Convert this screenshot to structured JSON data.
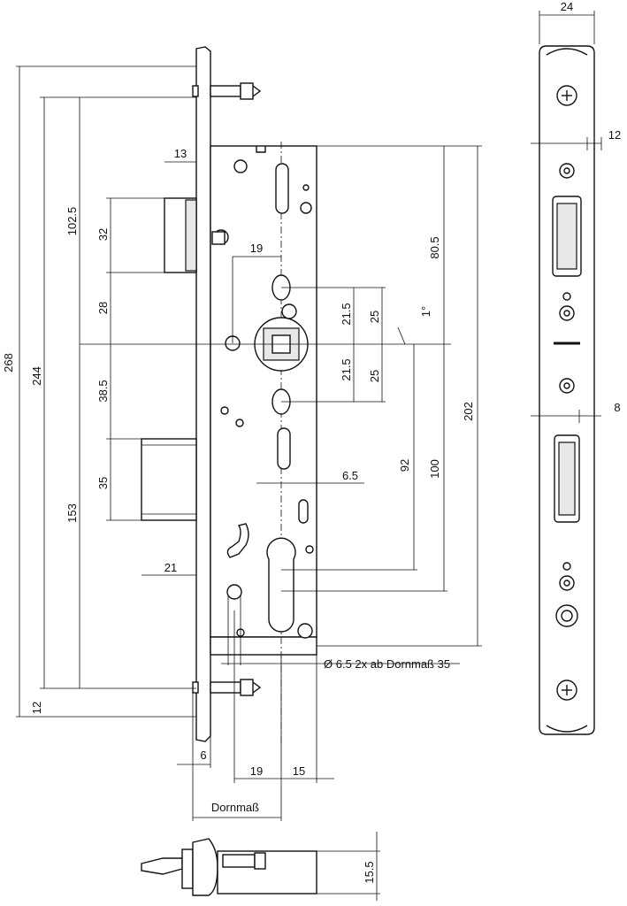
{
  "dimensions": {
    "overall_height": "268",
    "forend_span": "244",
    "upper_span": "102.5",
    "bottom_offset": "12",
    "latch_height": "32",
    "latch_to_axis": "28",
    "axis_to_bolt": "38.5",
    "bolt_height": "35",
    "bolt_to_lower": "153",
    "bolt_projection": "21",
    "latch_projection": "13",
    "spindle_offset_x": "19",
    "upper_radius_left": "21.5",
    "upper_radius_right": "25",
    "lower_radius_left": "21.5",
    "lower_radius_right": "25",
    "angle": "1°",
    "case_upper": "80.5",
    "case_total": "202",
    "spindle_to_cylinder_a": "92",
    "spindle_to_cylinder_b": "100",
    "slot_width": "6.5",
    "hole_note": "Ø 6.5 2x ab Dornmaß 35",
    "front_offset": "6",
    "bottom_19": "19",
    "bottom_15": "15",
    "backset_label": "Dornmaß",
    "forend_width": "24",
    "faceplate_12": "12",
    "faceplate_8": "8",
    "bottom_view_depth": "15.5"
  }
}
